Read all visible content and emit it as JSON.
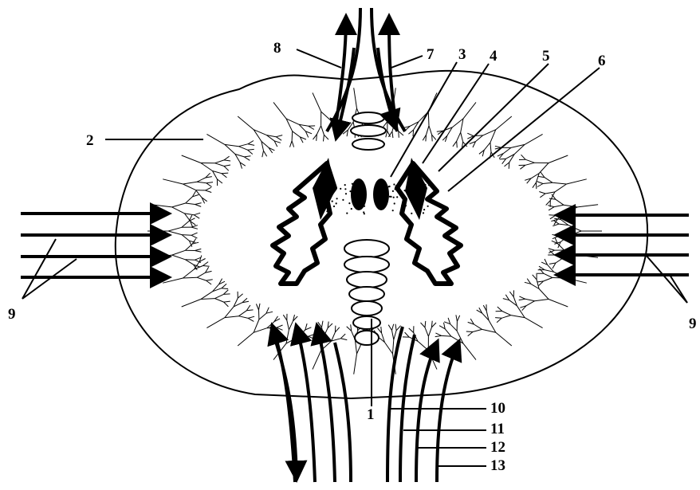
{
  "diagram": {
    "labels": [
      "1",
      "2",
      "3",
      "4",
      "5",
      "6",
      "7",
      "8",
      "9",
      "9",
      "10",
      "11",
      "12",
      "13"
    ],
    "colors": {
      "ink": "#000000",
      "paper": "#ffffff"
    }
  }
}
